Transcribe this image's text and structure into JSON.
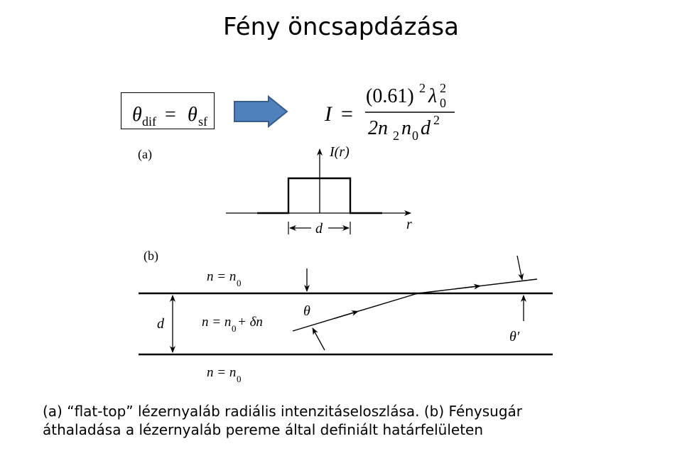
{
  "title": "Fény öncsapdázása",
  "formula_left": {
    "theta": "θ",
    "sub_dif": "dif",
    "equals": "=",
    "sub_sf": "sf"
  },
  "formula_right": {
    "lhs": "I",
    "equals": "=",
    "numerator_base": "(0.61)",
    "numerator_exp": "2",
    "lambda": "λ",
    "lambda_sub": "0",
    "lambda_sup": "2",
    "denominator": "2n",
    "den_sub1": "2",
    "den_n": "n",
    "den_sub2": "0",
    "den_d": "d",
    "den_exp": "2"
  },
  "panel_a": {
    "label": "(a)",
    "y_axis_label": "I(r)",
    "x_axis_label": "r",
    "width_label": "d"
  },
  "panel_b": {
    "label": "(b)",
    "top_region": "n = n",
    "top_sub": "0",
    "middle_region": "n = n",
    "middle_sub": "0",
    "middle_suffix": " + δn",
    "bottom_region": "n = n",
    "bottom_sub": "0",
    "thickness_label": "d",
    "angle_in": "θ",
    "angle_out": "θ′"
  },
  "caption": {
    "line1": "(a) “flat-top” lézernyaláb radiális intenzitáseloszlása. (b) Fénysugár",
    "line2": "áthaladása a lézernyaláb pereme által definiált  határfelületen"
  },
  "colors": {
    "arrow_fill": "#4f81bd",
    "arrow_stroke": "#385d8a"
  }
}
